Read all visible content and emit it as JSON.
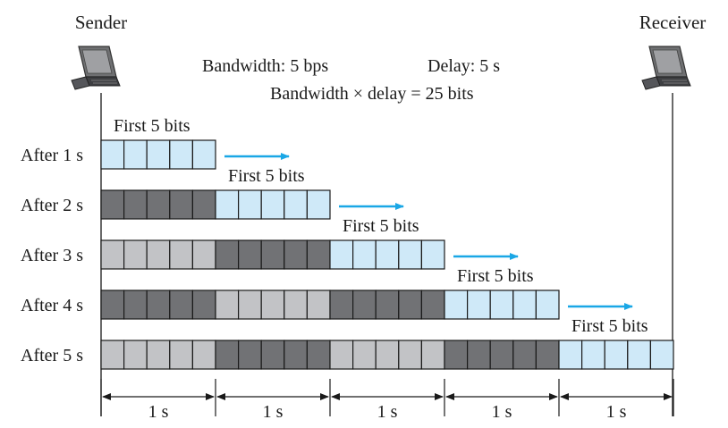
{
  "sender_label": "Sender",
  "receiver_label": "Receiver",
  "bandwidth_text": "Bandwidth: 5 bps",
  "delay_text": "Delay: 5 s",
  "product_text": "Bandwidth × delay = 25 bits",
  "block_label": "First 5 bits",
  "colors": {
    "light_blue": "#cfe9f8",
    "dark_gray": "#717275",
    "light_gray": "#c2c3c6",
    "arrow_blue": "#1aa7e6",
    "line": "#1a1a1a"
  },
  "icons": [
    "laptop-icon",
    "laptop-icon"
  ],
  "rows": [
    {
      "label": "After 1 s",
      "blocks": [
        "light_blue"
      ]
    },
    {
      "label": "After 2 s",
      "blocks": [
        "dark_gray",
        "light_blue"
      ]
    },
    {
      "label": "After 3 s",
      "blocks": [
        "light_gray",
        "dark_gray",
        "light_blue"
      ]
    },
    {
      "label": "After 4 s",
      "blocks": [
        "dark_gray",
        "light_gray",
        "dark_gray",
        "light_blue"
      ]
    },
    {
      "label": "After 5 s",
      "blocks": [
        "light_gray",
        "dark_gray",
        "light_gray",
        "dark_gray",
        "light_blue"
      ]
    }
  ],
  "bits_per_block": 5,
  "time_segments": [
    "1 s",
    "1 s",
    "1 s",
    "1 s",
    "1 s"
  ]
}
